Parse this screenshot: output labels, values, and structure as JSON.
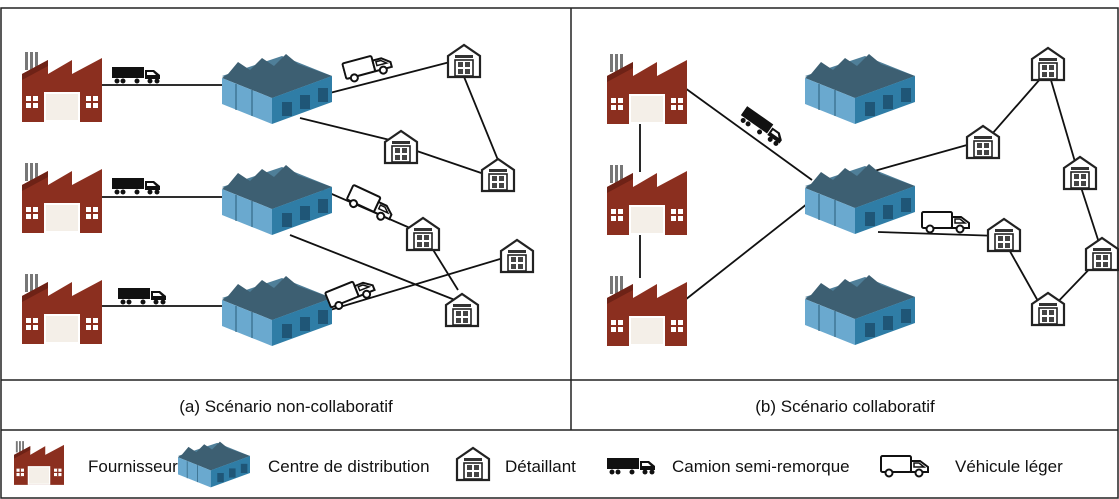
{
  "scenarios": {
    "non_collaborative": {
      "caption": "(a) Scénario non-collaboratif"
    },
    "collaborative": {
      "caption": "(b) Scénario collaboratif"
    }
  },
  "legend": {
    "supplier": "Fournisseur",
    "distribution_center": "Centre de distribution",
    "retailer": "Détaillant",
    "semi_truck": "Camion semi-remorque",
    "light_vehicle": "Véhicule léger"
  },
  "colors": {
    "factory": "#8b2f1f",
    "warehouse": "#2f7da6",
    "warehouse_roof": "#3d5f72",
    "line": "#111111",
    "border": "#222222"
  },
  "icons": {
    "supplier": "factory-icon",
    "distribution_center": "warehouse-icon",
    "retailer": "store-icon",
    "semi_truck": "semi-truck-icon",
    "light_vehicle": "van-icon"
  }
}
